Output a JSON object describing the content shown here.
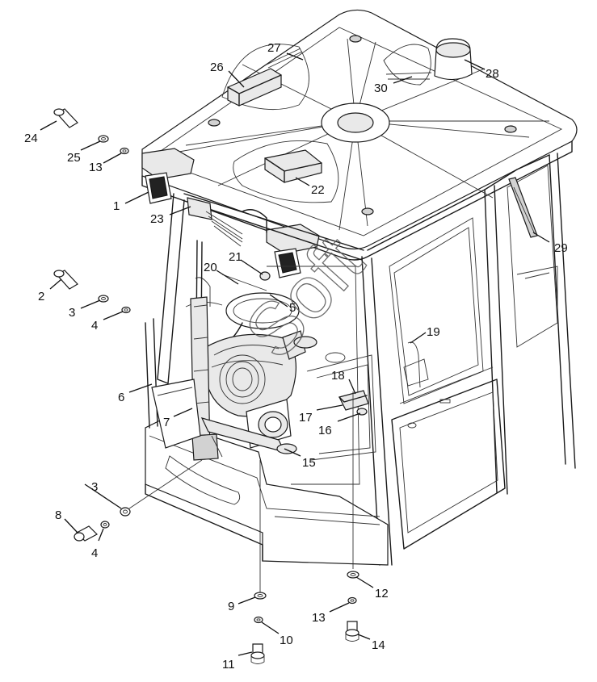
{
  "diagram": {
    "callouts": [
      {
        "id": "c1",
        "label": "1"
      },
      {
        "id": "c2",
        "label": "2"
      },
      {
        "id": "c3a",
        "label": "3"
      },
      {
        "id": "c3b",
        "label": "3"
      },
      {
        "id": "c4a",
        "label": "4"
      },
      {
        "id": "c4b",
        "label": "4"
      },
      {
        "id": "c5",
        "label": "5"
      },
      {
        "id": "c6",
        "label": "6"
      },
      {
        "id": "c7",
        "label": "7"
      },
      {
        "id": "c8",
        "label": "8"
      },
      {
        "id": "c9",
        "label": "9"
      },
      {
        "id": "c10",
        "label": "10"
      },
      {
        "id": "c11",
        "label": "11"
      },
      {
        "id": "c12",
        "label": "12"
      },
      {
        "id": "c13a",
        "label": "13"
      },
      {
        "id": "c13b",
        "label": "13"
      },
      {
        "id": "c14",
        "label": "14"
      },
      {
        "id": "c15",
        "label": "15"
      },
      {
        "id": "c16",
        "label": "16"
      },
      {
        "id": "c17",
        "label": "17"
      },
      {
        "id": "c18",
        "label": "18"
      },
      {
        "id": "c19",
        "label": "19"
      },
      {
        "id": "c20",
        "label": "20"
      },
      {
        "id": "c21",
        "label": "21"
      },
      {
        "id": "c22",
        "label": "22"
      },
      {
        "id": "c23",
        "label": "23"
      },
      {
        "id": "c24",
        "label": "24"
      },
      {
        "id": "c25",
        "label": "25"
      },
      {
        "id": "c26",
        "label": "26"
      },
      {
        "id": "c27",
        "label": "27"
      },
      {
        "id": "c28",
        "label": "28"
      },
      {
        "id": "c29",
        "label": "29"
      },
      {
        "id": "c30",
        "label": "30"
      }
    ],
    "watermark": "Soft"
  }
}
